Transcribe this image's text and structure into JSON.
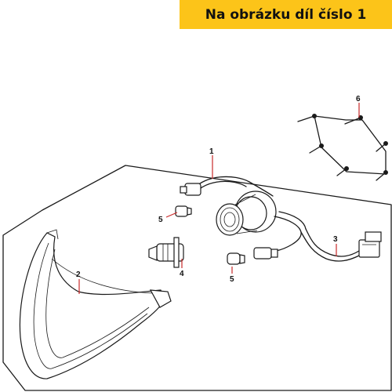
{
  "banner": {
    "text": "Na obrázku díl číslo 1"
  },
  "callouts": [
    {
      "id": "1",
      "label": "1"
    },
    {
      "id": "2",
      "label": "2"
    },
    {
      "id": "3",
      "label": "3"
    },
    {
      "id": "4",
      "label": "4"
    },
    {
      "id": "5a",
      "label": "5"
    },
    {
      "id": "5b",
      "label": "5"
    },
    {
      "id": "6",
      "label": "6"
    }
  ],
  "colors": {
    "banner": "#fcc419",
    "leader": "#c92a2a",
    "line": "#1a1a1a"
  }
}
